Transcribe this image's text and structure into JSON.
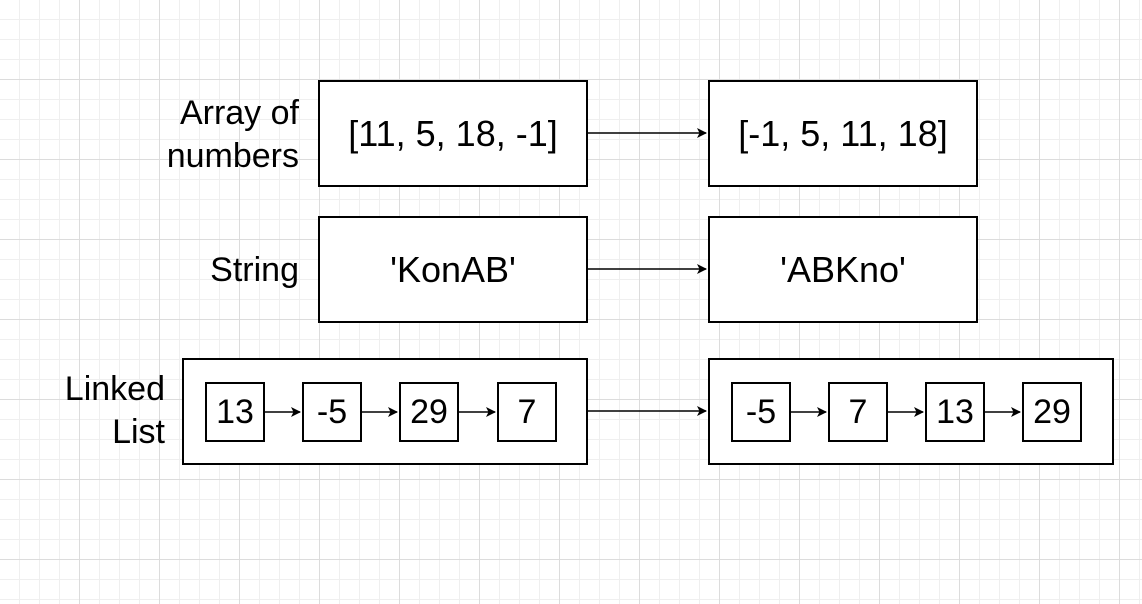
{
  "rows": {
    "array": {
      "label_line1": "Array of",
      "label_line2": "numbers",
      "input": "[11, 5, 18, -1]",
      "output": "[-1, 5, 11, 18]"
    },
    "string": {
      "label": "String",
      "input": "'KonAB'",
      "output": "'ABKno'"
    },
    "linked_list": {
      "label_line1": "Linked",
      "label_line2": "List",
      "input_nodes": [
        "13",
        "-5",
        "29",
        "7"
      ],
      "output_nodes": [
        "-5",
        "7",
        "13",
        "29"
      ]
    }
  }
}
